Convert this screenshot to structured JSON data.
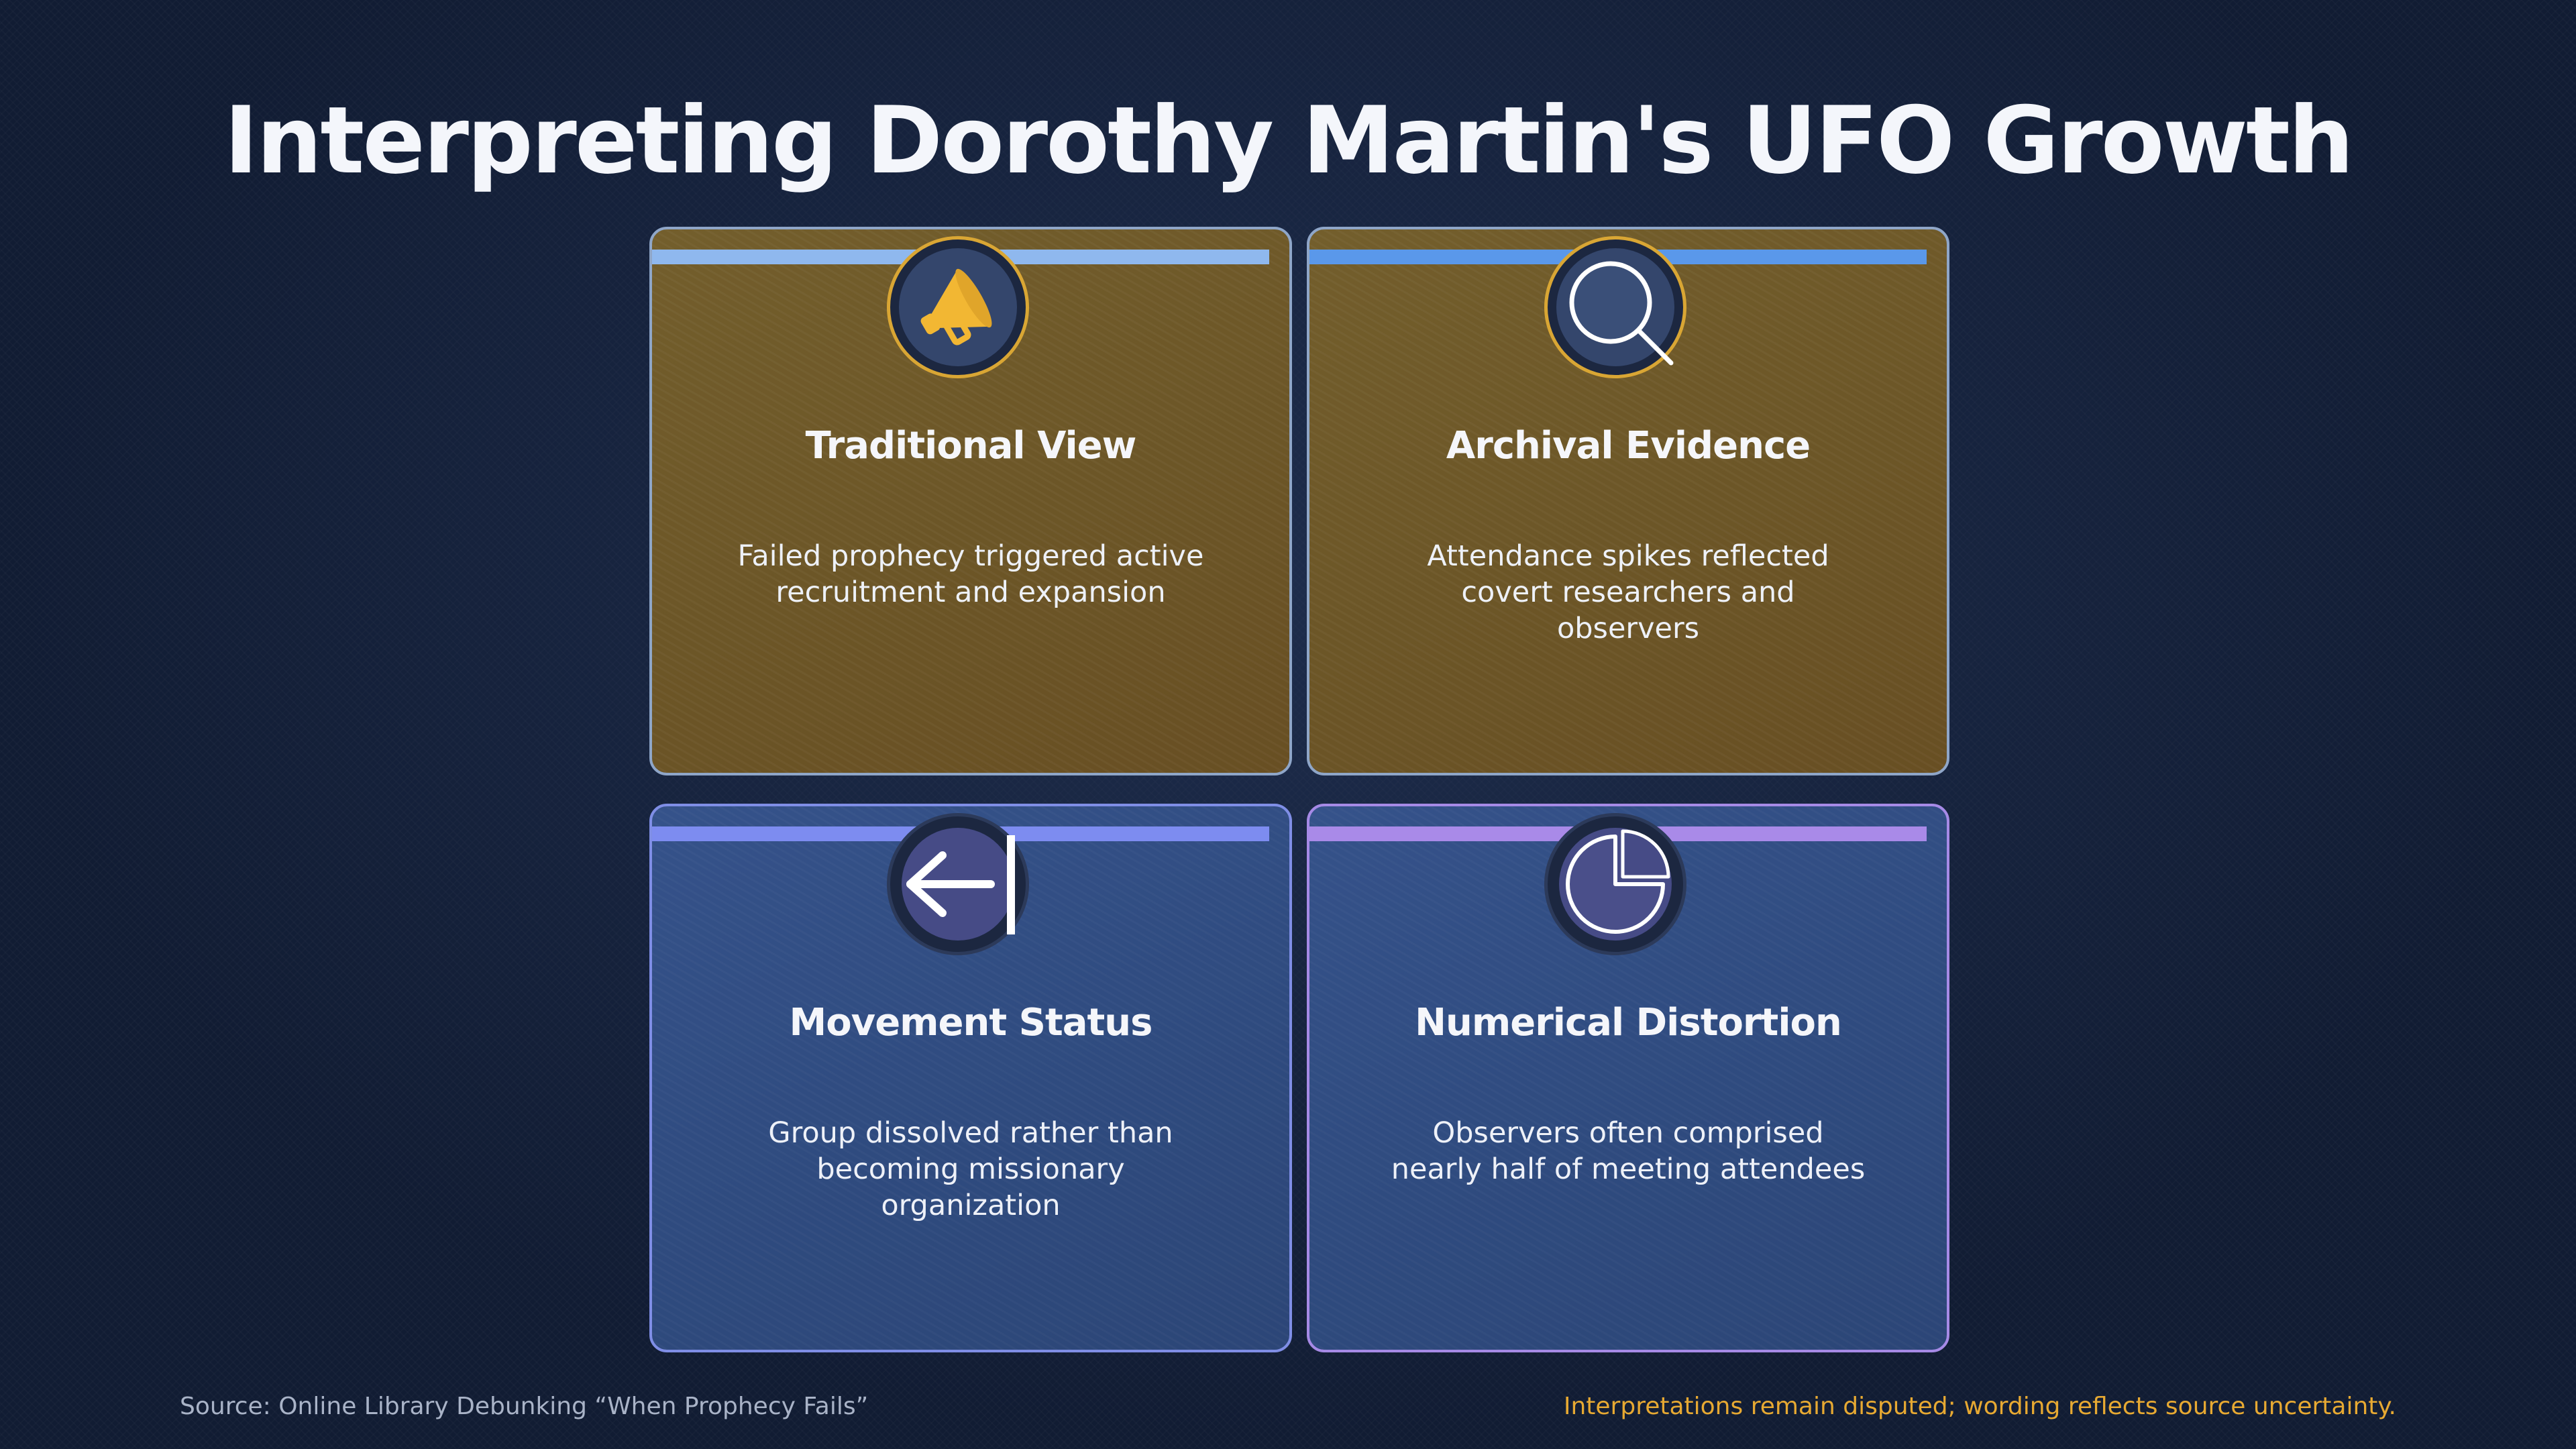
{
  "title": "Interpreting Dorothy Martin's UFO Growth",
  "cards": [
    {
      "title": "Traditional View",
      "description": "Failed prophecy triggered active recruitment and expansion",
      "icon": "megaphone-icon",
      "accent": "#8fb8ee",
      "theme": "gold"
    },
    {
      "title": "Archival Evidence",
      "description": "Attendance spikes reflected covert researchers and observers",
      "icon": "magnifier-icon",
      "accent": "#5a98ea",
      "theme": "gold"
    },
    {
      "title": "Movement Status",
      "description": "Group dissolved rather than becoming missionary organization",
      "icon": "arrow-left-to-line-icon",
      "accent": "#7d8cf0",
      "theme": "blue"
    },
    {
      "title": "Numerical Distortion",
      "description": "Observers often comprised nearly half of meeting attendees",
      "icon": "pie-chart-icon",
      "accent": "#a98ae8",
      "theme": "blue"
    }
  ],
  "footer": {
    "source": "Source: Online Library Debunking “When Prophecy Fails”",
    "note": "Interpretations remain disputed; wording reflects source uncertainty."
  },
  "colors": {
    "background": "#111c33",
    "gold_card": "#6e5a2a",
    "blue_card": "#2f4b7f",
    "icon_gold": "#f2b733",
    "note": "#e7a932"
  }
}
